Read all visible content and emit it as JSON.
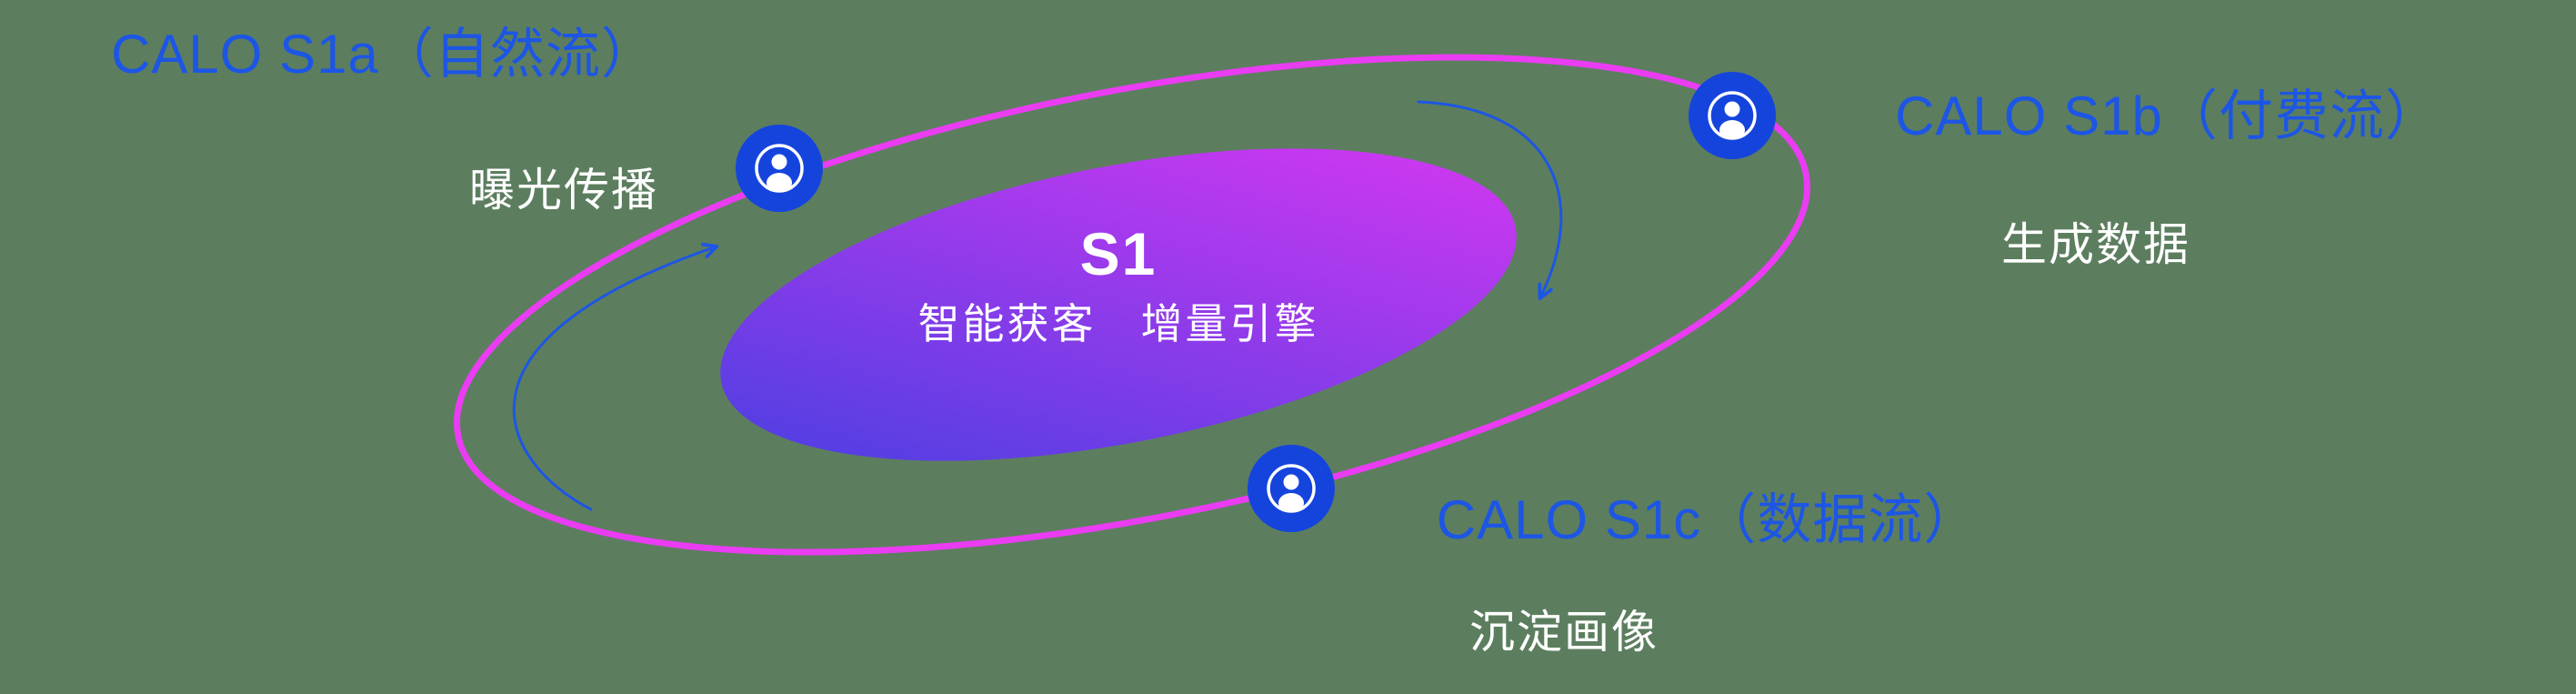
{
  "diagram": {
    "center": {
      "title": "S1",
      "subtitle": "智能获客　增量引擎"
    },
    "nodes": [
      {
        "id": "s1a",
        "title": "CALO S1a（自然流）",
        "subtitle": "曝光传播",
        "icon": "person-icon"
      },
      {
        "id": "s1b",
        "title": "CALO S1b（付费流）",
        "subtitle": "生成数据",
        "icon": "person-icon"
      },
      {
        "id": "s1c",
        "title": "CALO S1c（数据流）",
        "subtitle": "沉淀画像",
        "icon": "person-icon"
      }
    ],
    "colors": {
      "background": "#5c7e5f",
      "label_blue": "#1d56e4",
      "subtitle_white": "#ffffff",
      "orbit_pink": "#ea3cf2",
      "node_blue": "#1544dd",
      "center_gradient_from": "#4a3fe2",
      "center_gradient_to": "#d637f2",
      "arrow_blue": "#1d56e4"
    }
  }
}
